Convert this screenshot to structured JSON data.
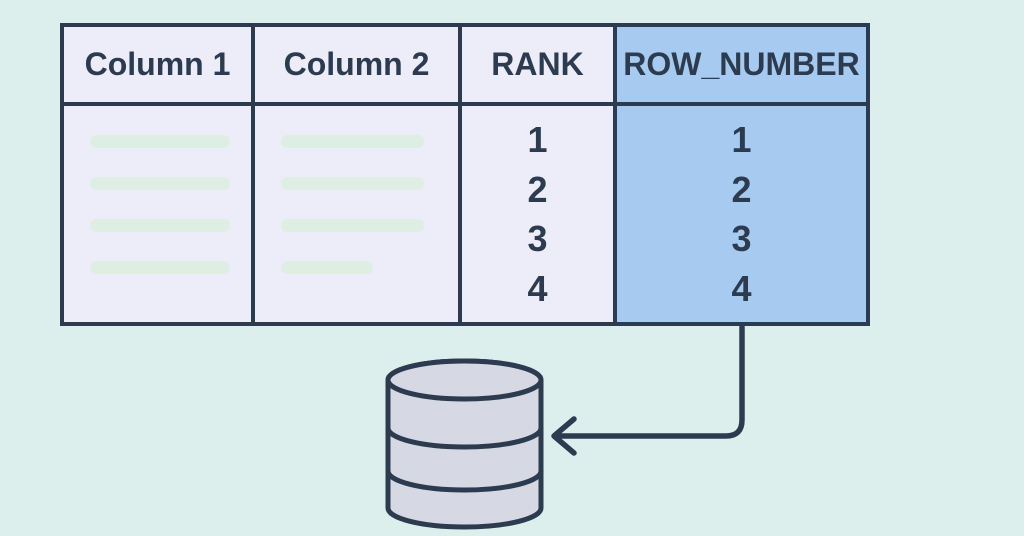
{
  "colors": {
    "bg": "#dcefec",
    "cell-bg": "#edecf9",
    "highlight-bg": "#a7cbf0",
    "border": "#2c3b4f",
    "pill": "#dfeee3",
    "cylinder-fill": "#d6d9e3"
  },
  "table": {
    "columns": [
      {
        "header": "Column 1",
        "type": "placeholder",
        "placeholder_rows": 4
      },
      {
        "header": "Column 2",
        "type": "placeholder",
        "placeholder_rows": 4
      },
      {
        "header": "RANK",
        "type": "values",
        "values": [
          "1",
          "2",
          "3",
          "4"
        ]
      },
      {
        "header": "ROW_NUMBER",
        "type": "values",
        "values": [
          "1",
          "2",
          "3",
          "4"
        ],
        "highlighted": true
      }
    ]
  },
  "icons": {
    "database": "database-cylinder-icon",
    "arrow": "left-arrow-connector"
  }
}
